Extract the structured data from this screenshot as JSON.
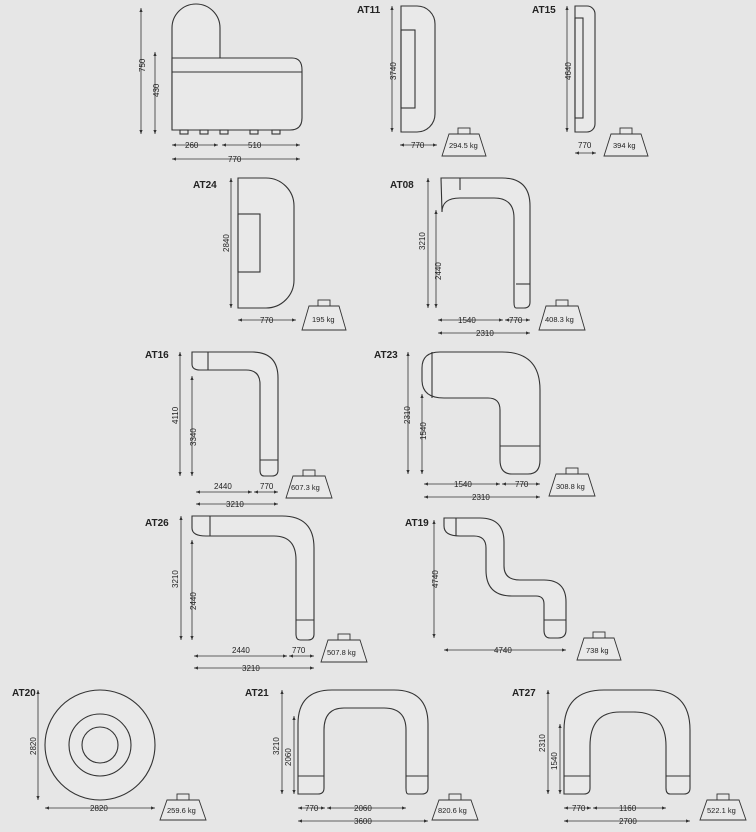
{
  "module_a": {
    "dims": {
      "height_total": "750",
      "seat_height": "430",
      "width_back": "260",
      "width_seat": "510",
      "width_total": "770"
    }
  },
  "modules": [
    {
      "code": "AT11",
      "dims": {
        "length": "3740",
        "width": "770"
      },
      "weight": "294.5 kg"
    },
    {
      "code": "AT15",
      "dims": {
        "length": "4640",
        "width": "770"
      },
      "weight": "394 kg"
    },
    {
      "code": "AT24",
      "dims": {
        "length": "2840",
        "width": "770"
      },
      "weight": "195 kg"
    },
    {
      "code": "AT08",
      "dims": {
        "length_total": "3210",
        "length_inner": "2440",
        "width_a": "1540",
        "width_b": "770",
        "width_total": "2310"
      },
      "weight": "408.3 kg"
    },
    {
      "code": "AT16",
      "dims": {
        "length_total": "4110",
        "length_inner": "3340",
        "width_a": "2440",
        "width_b": "770",
        "width_total": "3210"
      },
      "weight": "607.3 kg"
    },
    {
      "code": "AT23",
      "dims": {
        "length_total": "2310",
        "length_inner": "1540",
        "width_a": "1540",
        "width_b": "770",
        "width_total": "2310"
      },
      "weight": "308.8 kg"
    },
    {
      "code": "AT26",
      "dims": {
        "length_total": "3210",
        "length_inner": "2440",
        "width_a": "2440",
        "width_b": "770",
        "width_total": "3210"
      },
      "weight": "507.8 kg"
    },
    {
      "code": "AT19",
      "dims": {
        "length": "4740",
        "width": "4740"
      },
      "weight": "738 kg"
    },
    {
      "code": "AT20",
      "dims": {
        "diameter_v": "2820",
        "diameter_h": "2820"
      },
      "weight": "259.6 kg"
    },
    {
      "code": "AT21",
      "dims": {
        "height_total": "3210",
        "height_inner": "2060",
        "width_a": "770",
        "width_gap": "2060",
        "width_total": "3600"
      },
      "weight": "820.6 kg"
    },
    {
      "code": "AT27",
      "dims": {
        "height_total": "2310",
        "height_inner": "1540",
        "width_a": "770",
        "width_gap": "1160",
        "width_total": "2700"
      },
      "weight": "522.1 kg"
    }
  ]
}
